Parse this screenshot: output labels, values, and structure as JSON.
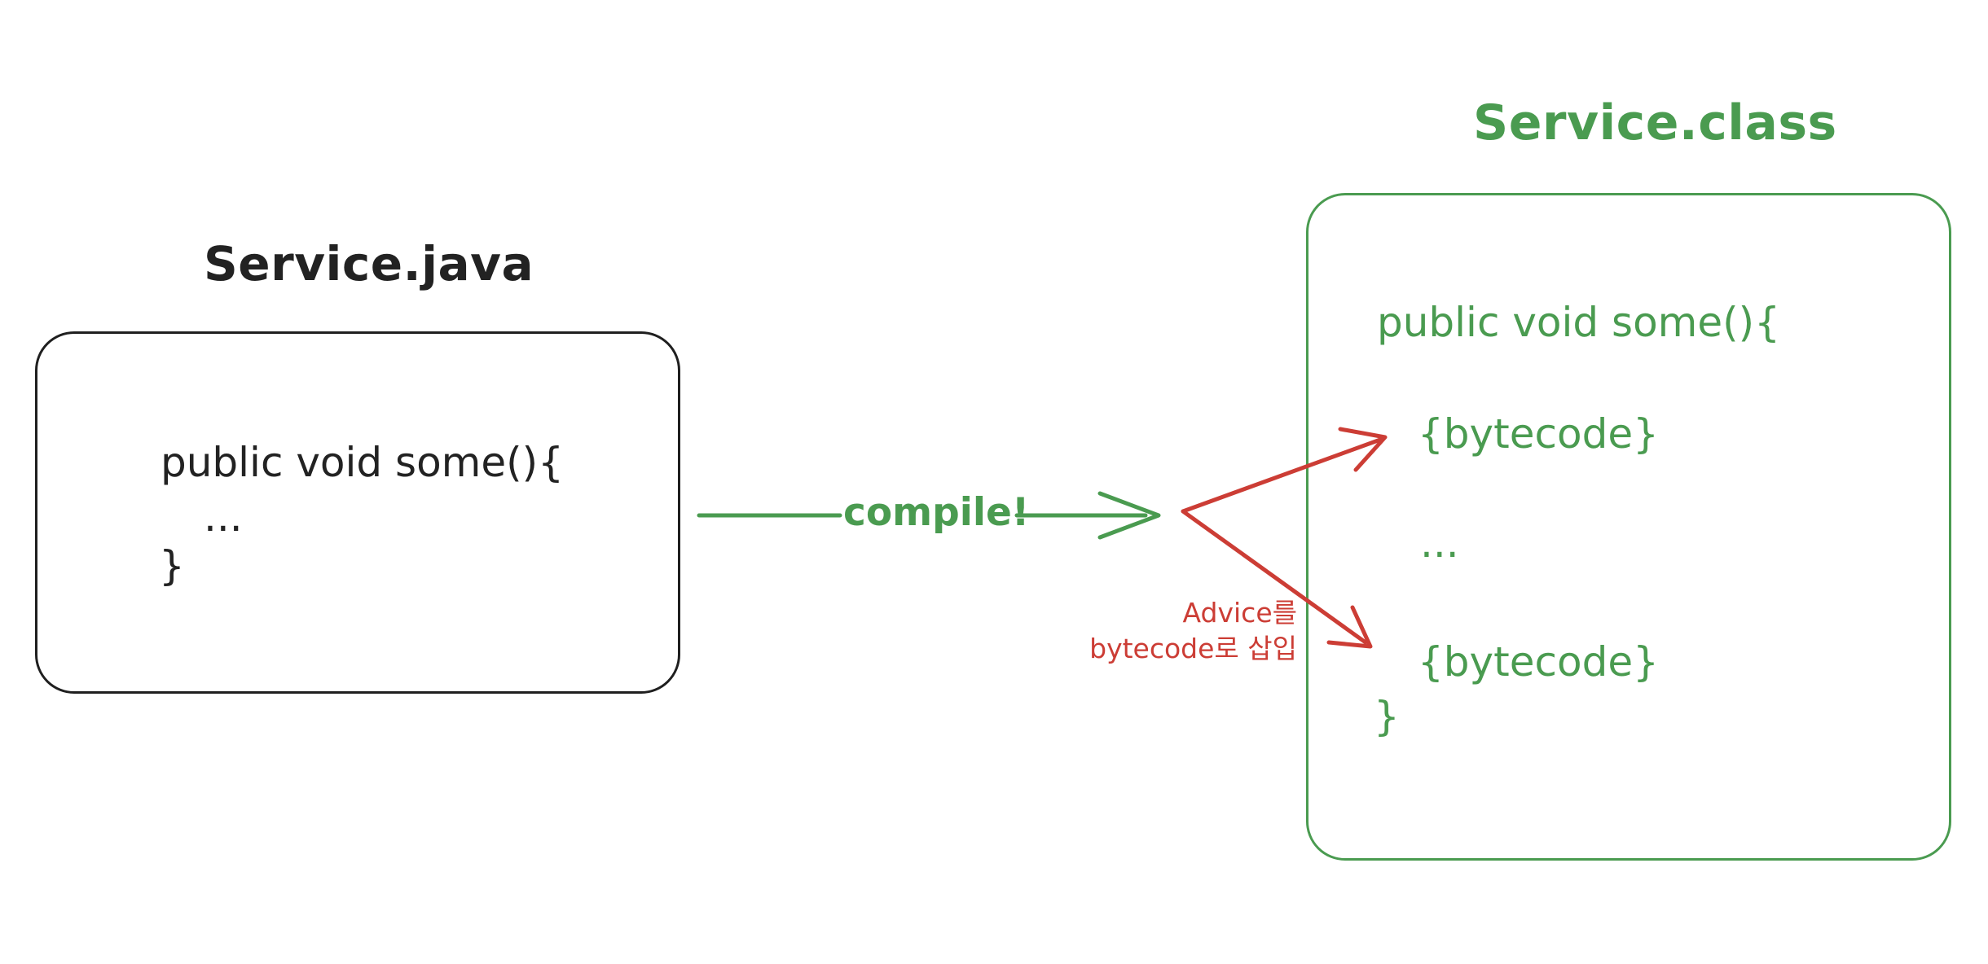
{
  "left_box": {
    "title": "Service.java",
    "lines": [
      "public void some(){",
      "...",
      "}"
    ]
  },
  "right_box": {
    "title": "Service.class",
    "lines": [
      "public void some(){",
      "{bytecode}",
      "...",
      "{bytecode}",
      "}"
    ]
  },
  "compile_arrow": {
    "label": "compile!"
  },
  "advice_note": {
    "line1": "Advice를",
    "line2": "bytecode로 삽입"
  },
  "colors": {
    "green": "#4a9b50",
    "red": "#cc3d35",
    "ink": "#222222",
    "background": "#ffffff"
  }
}
